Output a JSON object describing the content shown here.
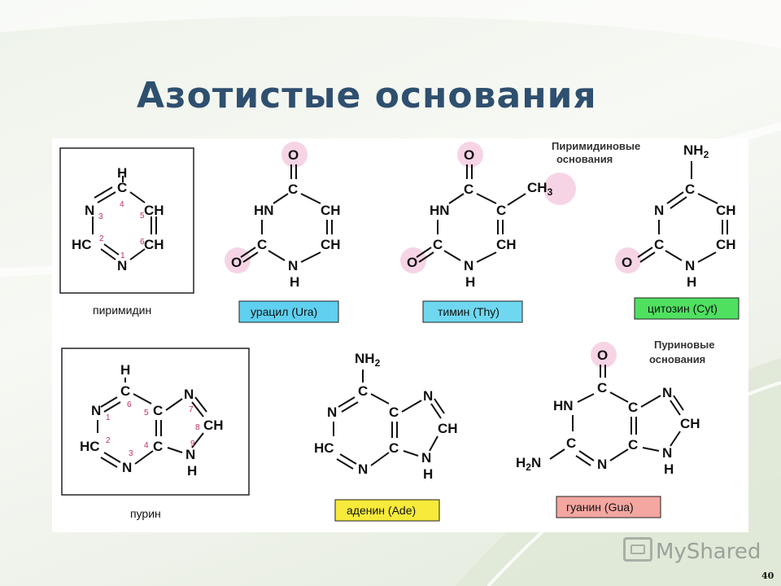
{
  "slide": {
    "title": "Азотистые основания",
    "page_number": "40",
    "logo_text": "MyShared"
  },
  "figure": {
    "group_pyrimidines": [
      "Пиримидиновые",
      "основания"
    ],
    "group_purines": [
      "Пуриновые",
      "основания"
    ],
    "captions": {
      "pyrimidine": "пиримидин",
      "uracil": "урацил (Ura)",
      "thymine": "тимин (Thy)",
      "cytosine": "цитозин (Cyt)",
      "purine": "пурин",
      "adenine": "аденин (Ade)",
      "guanine": "гуанин (Gua)"
    },
    "caption_colors": {
      "uracil": "#5fd0f0",
      "thymine": "#6fd8f0",
      "cytosine": "#4fe060",
      "adenine": "#f7ea3a",
      "guanine": "#f4a6a0"
    },
    "atoms": {
      "H": "H",
      "N": "N",
      "C": "C",
      "O": "O",
      "CH": "CH",
      "HC": "HC",
      "HN": "HN",
      "NH": "NH",
      "CH3": "CH",
      "CH3_sub": "3",
      "NH2": "NH",
      "NH2_sub": "2",
      "H2N_pre": "H",
      "H2N_sub": "2",
      "H2N_post": "N"
    },
    "ring_numbers": [
      "1",
      "2",
      "3",
      "4",
      "5",
      "6",
      "7",
      "8",
      "9"
    ]
  }
}
